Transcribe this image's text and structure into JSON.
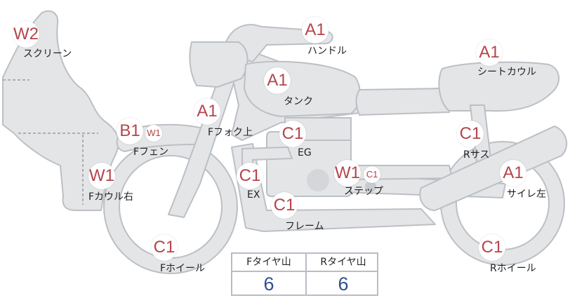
{
  "parts": [
    {
      "id": "screen",
      "grade": "W2",
      "label": "スクリーン"
    },
    {
      "id": "handle",
      "grade": "A1",
      "label": "ハンドル"
    },
    {
      "id": "seat-cowl",
      "grade": "A1",
      "label": "シートカウル"
    },
    {
      "id": "tank",
      "grade": "A1",
      "label": "タンク"
    },
    {
      "id": "fork",
      "grade": "A1",
      "label": "Fフォク上"
    },
    {
      "id": "fender",
      "grade": "B1",
      "sub_grade": "W1",
      "label": "Fフェン"
    },
    {
      "id": "engine",
      "grade": "C1",
      "label": "EG"
    },
    {
      "id": "rear-sus",
      "grade": "C1",
      "label": "Rサス"
    },
    {
      "id": "cowl-right",
      "grade": "W1",
      "label": "Fカウル右"
    },
    {
      "id": "exhaust",
      "grade": "C1",
      "label": "EX"
    },
    {
      "id": "step",
      "grade": "W1",
      "sub_grade": "C1",
      "label": "ステップ"
    },
    {
      "id": "muffler-left",
      "grade": "A1",
      "label": "サイレ左"
    },
    {
      "id": "frame",
      "grade": "C1",
      "label": "フレーム"
    },
    {
      "id": "front-wheel",
      "grade": "C1",
      "label": "Fホイール"
    },
    {
      "id": "rear-wheel",
      "grade": "C1",
      "label": "Rホイール"
    }
  ],
  "tire_table": {
    "front_label": "Fタイヤ山",
    "front_value": "6",
    "rear_label": "Rタイヤ山",
    "rear_value": "6"
  },
  "colors": {
    "grade_text": "#b5444c",
    "value_text": "#2f4f8f",
    "part_fill": "#e4e5e7",
    "part_stroke": "#bcbfc4"
  }
}
